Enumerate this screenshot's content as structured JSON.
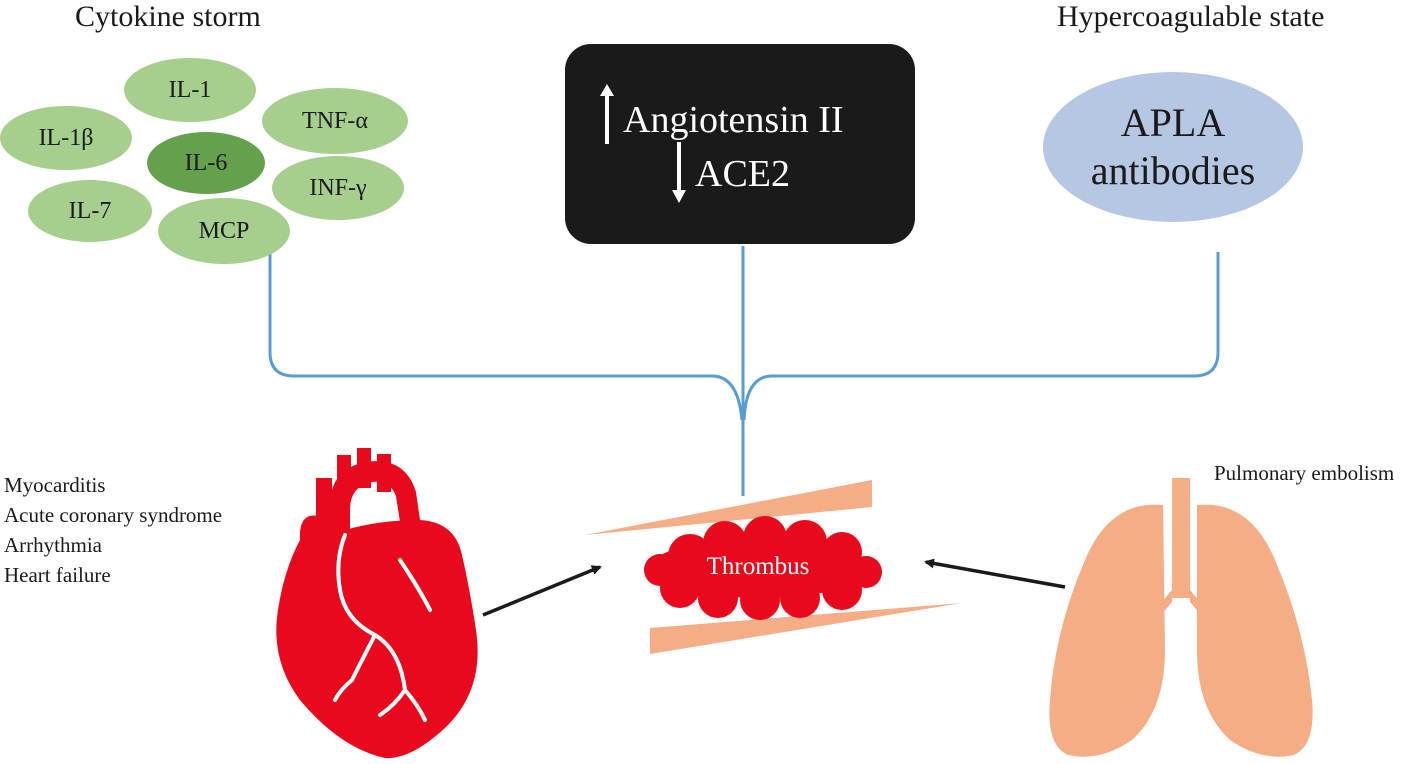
{
  "cytokine": {
    "title": "Cytokine storm",
    "items": [
      {
        "label": "IL-1",
        "highlight": false
      },
      {
        "label": "IL-1β",
        "highlight": false
      },
      {
        "label": "TNF-α",
        "highlight": false
      },
      {
        "label": "IL-6",
        "highlight": true
      },
      {
        "label": "INF-γ",
        "highlight": false
      },
      {
        "label": "IL-7",
        "highlight": false
      },
      {
        "label": "MCP",
        "highlight": false
      }
    ]
  },
  "raas": {
    "up_label": "Angiotensin II",
    "down_label": "ACE2"
  },
  "hypercoagulable": {
    "title": "Hypercoagulable state",
    "line1": "APLA",
    "line2": "antibodies"
  },
  "cardiac": {
    "conditions": [
      "Myocarditis",
      "Acute coronary syndrome",
      "Arrhythmia",
      "Heart failure"
    ]
  },
  "pulmonary": {
    "label": "Pulmonary embolism"
  },
  "thrombus": {
    "label": "Thrombus"
  },
  "colors": {
    "cytokine_light": "#a6cf8e",
    "cytokine_dark": "#64a14c",
    "raas_box": "#1a1a1a",
    "apla_fill": "#b5c7e3",
    "connector": "#5b9bd5",
    "heart": "#e8091c",
    "vessel_wall": "#f4ad84",
    "lung": "#f4ad84",
    "thrombus": "#e8091c"
  }
}
